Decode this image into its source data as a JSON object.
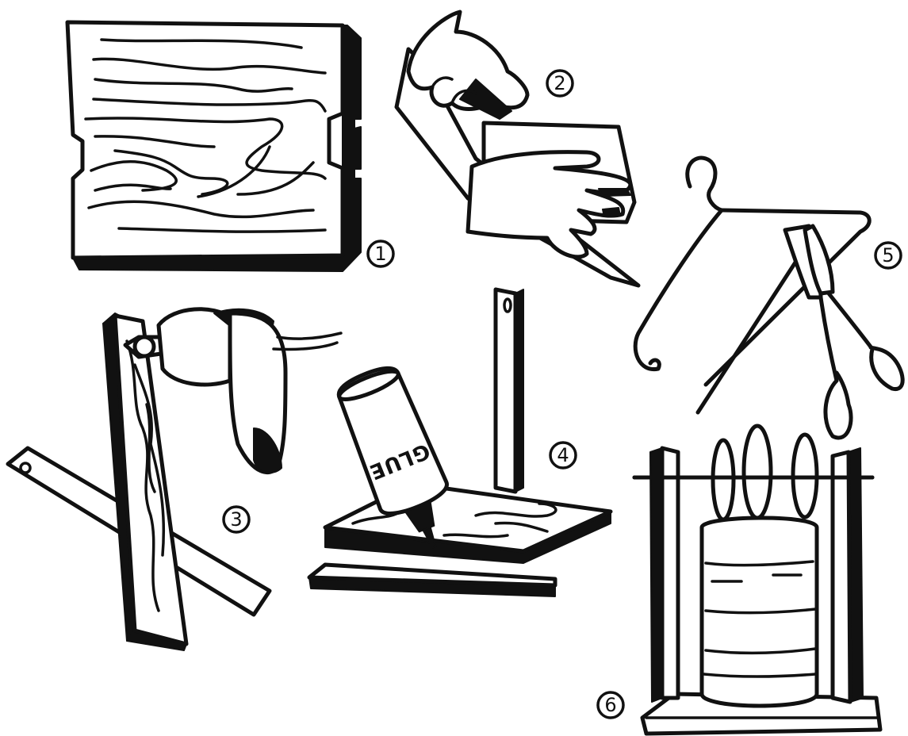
{
  "steps": [
    {
      "number": "1",
      "subject": "wooden board with notches"
    },
    {
      "number": "2",
      "subject": "hands sanding the board"
    },
    {
      "number": "3",
      "subject": "drilling a hole in a strip"
    },
    {
      "number": "4",
      "subject": "gluing the upright post to the base"
    },
    {
      "number": "5",
      "subject": "cutting a wire hanger"
    },
    {
      "number": "6",
      "subject": "finished stand holding spools"
    }
  ],
  "glue_bottle_label": "GLUE",
  "ink_color": "#111111",
  "paper_color": "#ffffff"
}
